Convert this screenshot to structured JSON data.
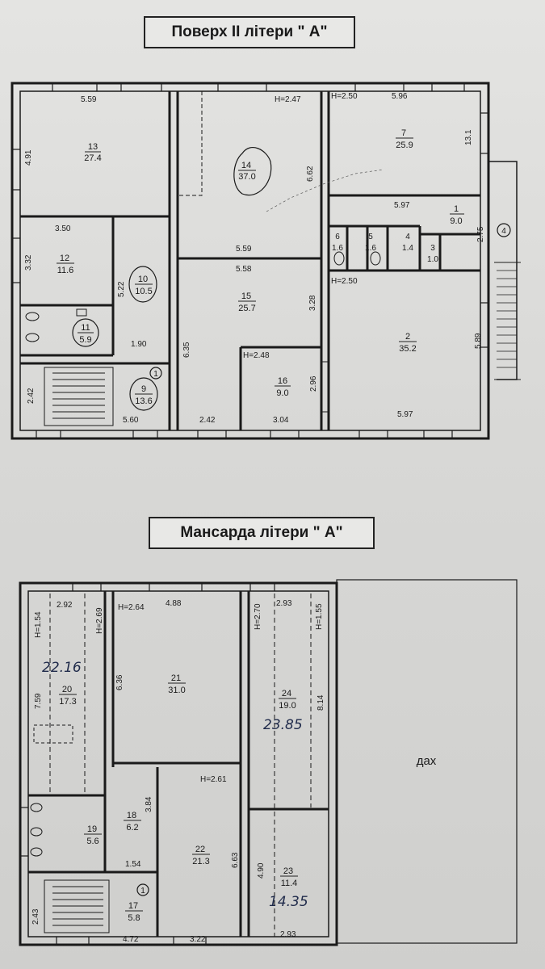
{
  "titles": {
    "floor2": "Поверх ІІ літери \" А\"",
    "attic": "Мансарда  літери \" А\""
  },
  "floor2": {
    "rooms": [
      {
        "num": "13",
        "area": "27.4"
      },
      {
        "num": "14",
        "area": "37.0"
      },
      {
        "num": "7",
        "area": "25.9"
      },
      {
        "num": "12",
        "area": "11.6"
      },
      {
        "num": "10",
        "area": "10.5"
      },
      {
        "num": "15",
        "area": "25.7"
      },
      {
        "num": "1",
        "area": "9.0"
      },
      {
        "num": "6",
        "area": "1.6"
      },
      {
        "num": "5",
        "area": "1.6"
      },
      {
        "num": "4",
        "area": "1.4"
      },
      {
        "num": "3",
        "area": "1.0"
      },
      {
        "num": "2",
        "area": "35.2"
      },
      {
        "num": "11",
        "area": "5.9"
      },
      {
        "num": "9",
        "area": "13.6"
      },
      {
        "num": "16",
        "area": "9.0"
      }
    ],
    "dims": [
      "5.59",
      "4.91",
      "H=2.47",
      "6.62",
      "H=2.50",
      "5.96",
      "13.1",
      "3.50",
      "3.32",
      "5.22",
      "5.59",
      "5.58",
      "5.97",
      "2.75",
      "H=2.50",
      "3.28",
      "6.35",
      "1.90",
      "5.89",
      "H=2.48",
      "2.96",
      "2.42",
      "5.60",
      "2.42",
      "3.04",
      "5.97"
    ],
    "markers": [
      "1",
      "4"
    ]
  },
  "attic": {
    "rooms": [
      {
        "num": "20",
        "area": "17.3"
      },
      {
        "num": "21",
        "area": "31.0"
      },
      {
        "num": "24",
        "area": "19.0"
      },
      {
        "num": "18",
        "area": "6.2"
      },
      {
        "num": "19",
        "area": "5.6"
      },
      {
        "num": "22",
        "area": "21.3"
      },
      {
        "num": "23",
        "area": "11.4"
      },
      {
        "num": "17",
        "area": "5.8"
      }
    ],
    "dims": [
      "H=1.54",
      "2.92",
      "H=2.69",
      "H=2.64",
      "4.88",
      "H=2.70",
      "2.93",
      "H=1.55",
      "7.59",
      "6.36",
      "8.14",
      "3.84",
      "H=2.61",
      "6.63",
      "4.90",
      "1.54",
      "2.43",
      "4.72",
      "3.22",
      "2.93"
    ],
    "roof_label": "дах",
    "handwritten": [
      "22.16",
      "23.85",
      "14.35"
    ],
    "markers": [
      "1"
    ]
  }
}
